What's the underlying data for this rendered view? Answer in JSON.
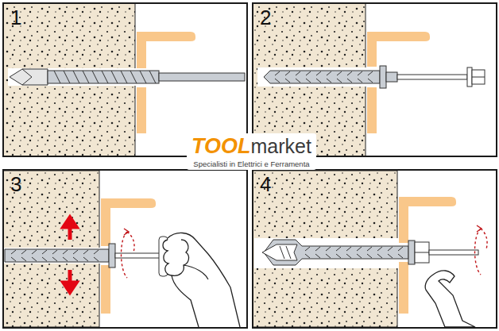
{
  "diagram": {
    "nodes": [
      {
        "text": [
          "1"
        ]
      },
      {
        "text": [
          "2"
        ]
      },
      {
        "text": [
          "3"
        ]
      },
      {
        "text": [
          "4"
        ]
      }
    ],
    "labels": [
      "TOOL",
      "market",
      "Specialisti in Elettrici e Ferramenta"
    ]
  }
}
